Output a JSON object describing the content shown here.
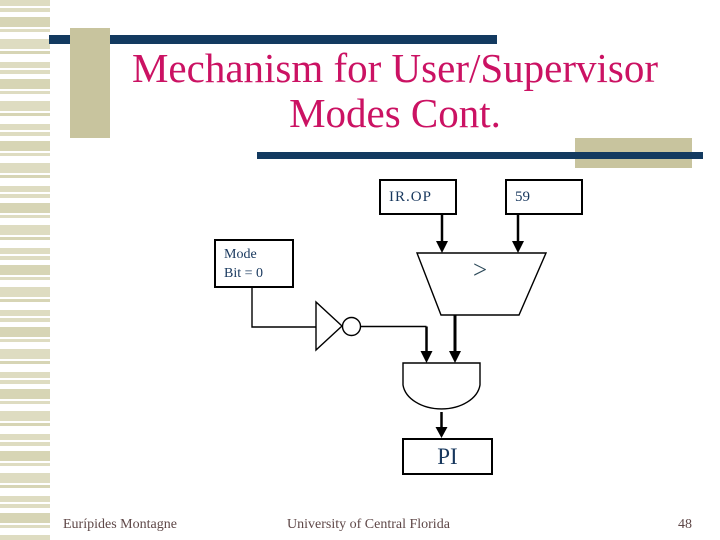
{
  "title": {
    "line1": "Mechanism for User/Supervisor",
    "line2": "Modes Cont."
  },
  "diagram": {
    "ir_op_label": "IR.OP",
    "opcode_value": "59",
    "mode_line1": "Mode",
    "mode_line2": "Bit = 0",
    "comparator_symbol": ">",
    "pi_label": "PI"
  },
  "footer": {
    "author": "Eurípides Montagne",
    "institution": "University of Central Florida",
    "page_number": "48"
  },
  "colors": {
    "title_text": "#cb1263",
    "navy_bar": "#133a60",
    "tan_accent": "#c8c49e",
    "stripe_tan": "#dedcc1",
    "diagram_text": "#17375d",
    "footer_text": "#5e4747"
  }
}
